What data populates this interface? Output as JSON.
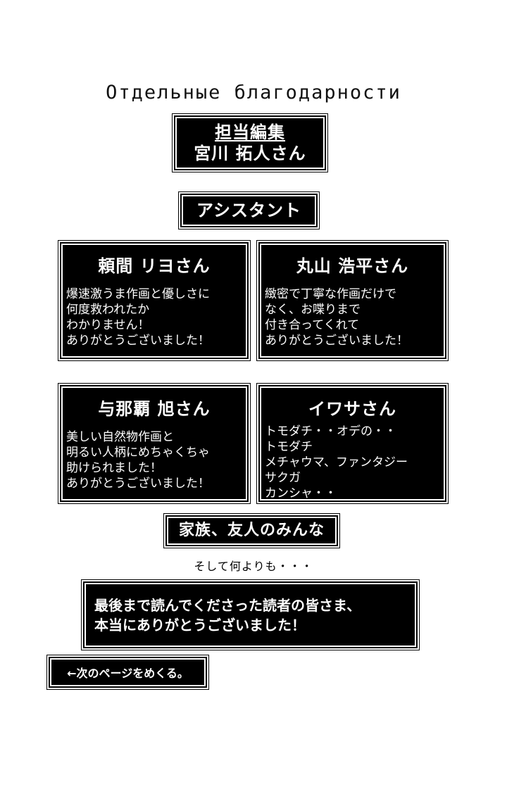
{
  "title": "Отдельные благодарности",
  "editor": {
    "role": "担当編集",
    "name": "宮川 拓人さん"
  },
  "assistant_label": "アシスタント",
  "assistants": [
    {
      "name": "頼間 リヨさん",
      "message": [
        "爆速激うま作画と優しさに",
        "何度救われたか",
        "わかりません！",
        "ありがとうございました！"
      ]
    },
    {
      "name": "丸山 浩平さん",
      "message": [
        "緻密で丁寧な作画だけで",
        "なく、お喋りまで",
        "付き合ってくれて",
        "ありがとうございました！"
      ]
    },
    {
      "name": "与那覇 旭さん",
      "message": [
        "美しい自然物作画と",
        "明るい人柄にめちゃくちゃ",
        "助けられました！",
        "ありがとうございました！"
      ]
    },
    {
      "name": "イワサさん",
      "message": [
        "トモダチ・・オデの・・",
        "トモダチ",
        "メチャウマ、ファンタジー",
        "サクガ",
        "カンシャ・・"
      ]
    }
  ],
  "family_label": "家族、友人のみんな",
  "and_above_all": "そして何よりも・・・",
  "final_message": [
    "最後まで読んでくださった読者の皆さま、",
    "本当にありがとうございました！"
  ],
  "next_page": "←次のページをめくる。"
}
